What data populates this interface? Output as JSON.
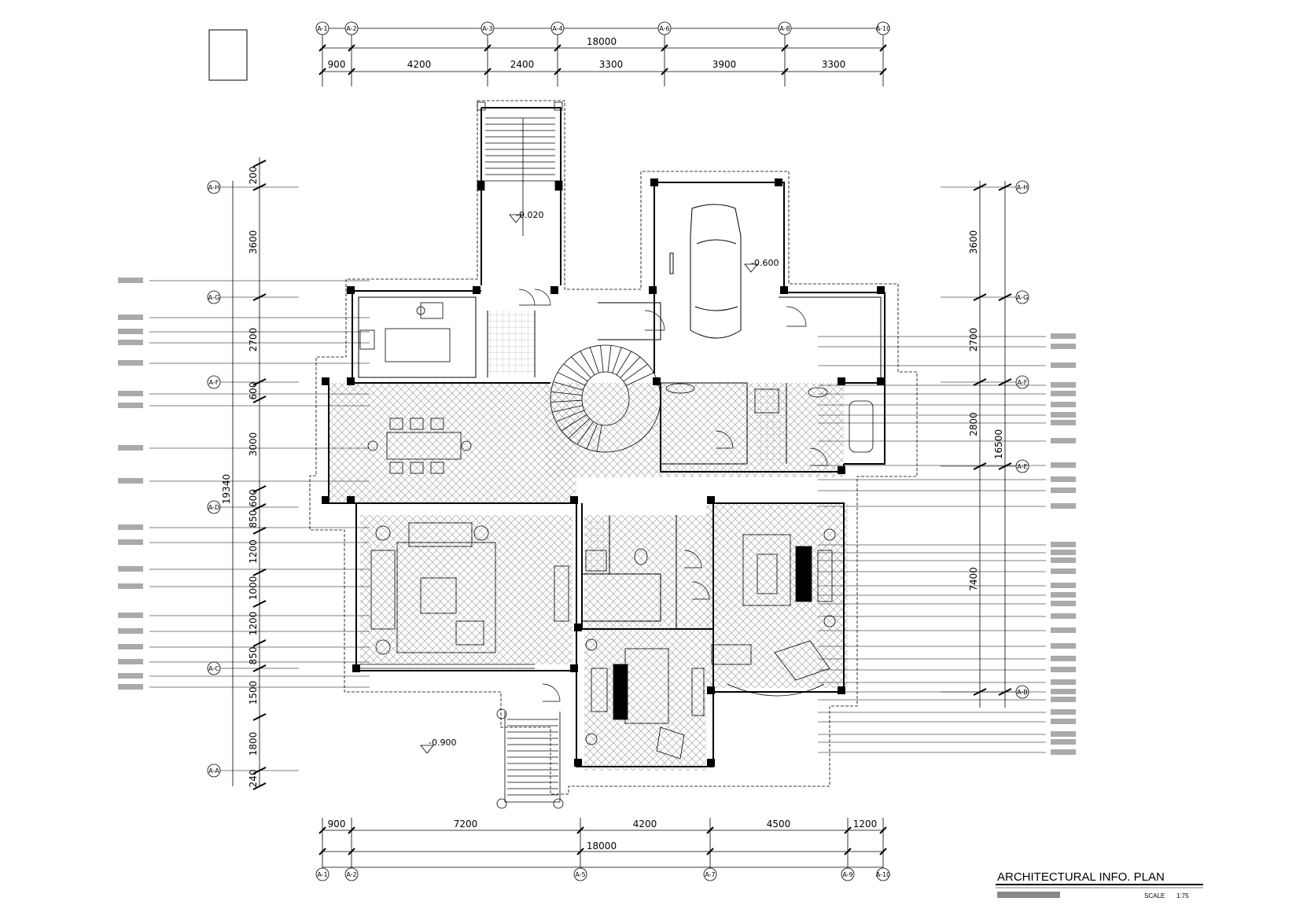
{
  "top_dims": {
    "total": "18000",
    "segments": [
      "900",
      "4200",
      "2400",
      "3300",
      "3900",
      "3300"
    ],
    "axes": [
      "A-1",
      "A-2",
      "A-3",
      "A-4",
      "A-6",
      "A-8",
      "A-10"
    ]
  },
  "bottom_dims": {
    "total": "18000",
    "segments": [
      "900",
      "7200",
      "4200",
      "4500",
      "1200"
    ],
    "axes": [
      "A-1",
      "A-2",
      "A-5",
      "A-7",
      "A-9",
      "A-10"
    ]
  },
  "left_dims": {
    "total": "19340",
    "segments": [
      "200",
      "3600",
      "2700",
      "600",
      "3000",
      "600",
      "850",
      "1200",
      "1000",
      "1200",
      "850",
      "1500",
      "1800",
      "240"
    ],
    "axes": [
      "A-H",
      "A-G",
      "A-F",
      "A-D",
      "A-C",
      "A-A"
    ]
  },
  "right_dims": {
    "total": "16500",
    "segments": [
      "3600",
      "2700",
      "2800",
      "7400"
    ],
    "axes": [
      "A-H",
      "A-G",
      "A-F",
      "A-E",
      "A-B"
    ]
  },
  "levels": [
    "-0.020",
    "-0.600",
    "-0.900"
  ],
  "title_block": {
    "title": "ARCHITECTURAL INFO. PLAN",
    "scale_label": "SCALE",
    "scale_value": "1:75"
  }
}
